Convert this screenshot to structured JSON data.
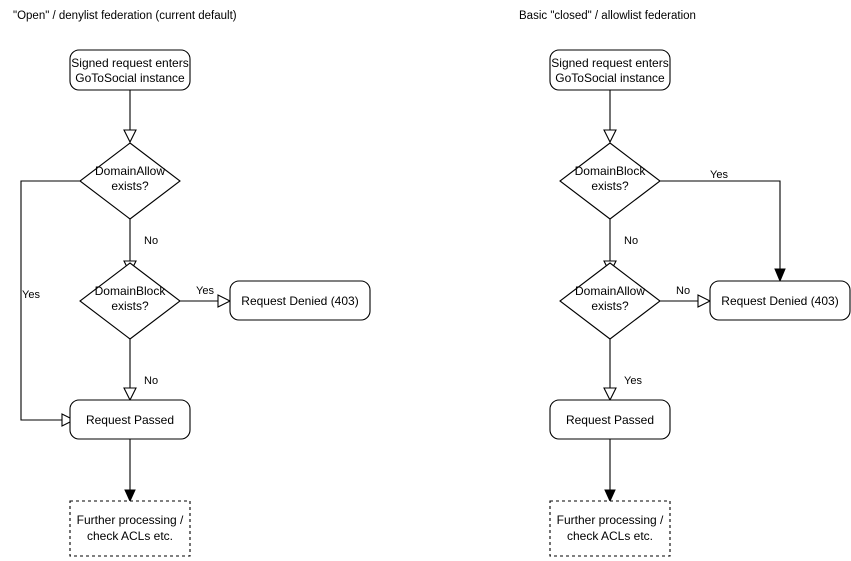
{
  "diagram": {
    "title_left": "\"Open\" / denylist federation (current default)",
    "title_right": "Basic \"closed\" / allowlist federation",
    "colors": {
      "background": "#ffffff",
      "stroke": "#000000",
      "text": "#000000"
    },
    "columns": [
      {
        "id": "open-denylist",
        "title": "\"Open\" / denylist federation (current default)",
        "nodes": [
          {
            "id": "entry",
            "shape": "rounded-rect",
            "line1": "Signed request enters",
            "line2": "GoToSocial instance"
          },
          {
            "id": "domain-allow",
            "shape": "diamond",
            "line1": "DomainAllow",
            "line2": "exists?"
          },
          {
            "id": "domain-block",
            "shape": "diamond",
            "line1": "DomainBlock",
            "line2": "exists?"
          },
          {
            "id": "request-denied",
            "shape": "rounded-rect",
            "line1": "Request Denied (403)",
            "line2": ""
          },
          {
            "id": "request-passed",
            "shape": "rounded-rect",
            "line1": "Request Passed",
            "line2": ""
          },
          {
            "id": "further-processing",
            "shape": "dashed-rect",
            "line1": "Further processing /",
            "line2": "check ACLs etc."
          }
        ],
        "edges": [
          {
            "from": "entry",
            "to": "domain-allow",
            "label": ""
          },
          {
            "from": "domain-allow",
            "to": "request-passed",
            "label": "Yes"
          },
          {
            "from": "domain-allow",
            "to": "domain-block",
            "label": "No"
          },
          {
            "from": "domain-block",
            "to": "request-denied",
            "label": "Yes"
          },
          {
            "from": "domain-block",
            "to": "request-passed",
            "label": "No"
          },
          {
            "from": "request-passed",
            "to": "further-processing",
            "label": ""
          }
        ]
      },
      {
        "id": "closed-allowlist",
        "title": "Basic \"closed\" / allowlist federation",
        "nodes": [
          {
            "id": "entry",
            "shape": "rounded-rect",
            "line1": "Signed request enters",
            "line2": "GoToSocial instance"
          },
          {
            "id": "domain-block",
            "shape": "diamond",
            "line1": "DomainBlock",
            "line2": "exists?"
          },
          {
            "id": "domain-allow",
            "shape": "diamond",
            "line1": "DomainAllow",
            "line2": "exists?"
          },
          {
            "id": "request-denied",
            "shape": "rounded-rect",
            "line1": "Request Denied (403)",
            "line2": ""
          },
          {
            "id": "request-passed",
            "shape": "rounded-rect",
            "line1": "Request Passed",
            "line2": ""
          },
          {
            "id": "further-processing",
            "shape": "dashed-rect",
            "line1": "Further processing /",
            "line2": "check ACLs etc."
          }
        ],
        "edges": [
          {
            "from": "entry",
            "to": "domain-block",
            "label": ""
          },
          {
            "from": "domain-block",
            "to": "request-denied",
            "label": "Yes"
          },
          {
            "from": "domain-block",
            "to": "domain-allow",
            "label": "No"
          },
          {
            "from": "domain-allow",
            "to": "request-denied",
            "label": "No"
          },
          {
            "from": "domain-allow",
            "to": "request-passed",
            "label": "Yes"
          },
          {
            "from": "request-passed",
            "to": "further-processing",
            "label": ""
          }
        ]
      }
    ]
  }
}
